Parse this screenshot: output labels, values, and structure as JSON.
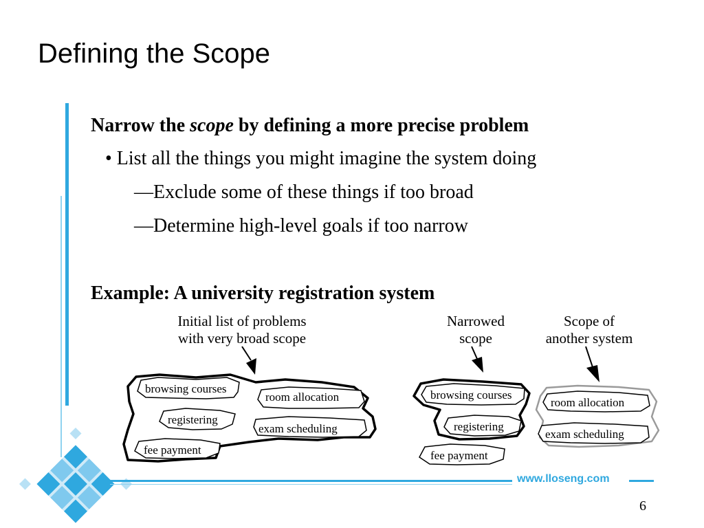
{
  "slide": {
    "title": "Defining the Scope",
    "heading_pre": "Narrow the ",
    "heading_em": "scope",
    "heading_post": " by defining a more precise problem",
    "bullet": "• List all the things you might imagine the system doing",
    "sub1": "—Exclude some of these things if too broad",
    "sub2": "—Determine high-level goals if too narrow",
    "example": "Example: A university registration system",
    "page_number": "6",
    "footer_url": "www.lloseng.com"
  },
  "diagram": {
    "caption1_line1": "Initial list of problems",
    "caption1_line2": "with very broad scope",
    "caption2_line1": "Narrowed",
    "caption2_line2": "scope",
    "caption3_line1": "Scope of",
    "caption3_line2": "another system",
    "items": {
      "browsing_courses": "browsing courses",
      "room_allocation": "room allocation",
      "registering": "registering",
      "exam_scheduling": "exam scheduling",
      "fee_payment": "fee payment"
    }
  },
  "colors": {
    "accent": "#2fa8df",
    "accent_light": "#8fd2f0",
    "other_system_outline": "#9a9a9a"
  }
}
